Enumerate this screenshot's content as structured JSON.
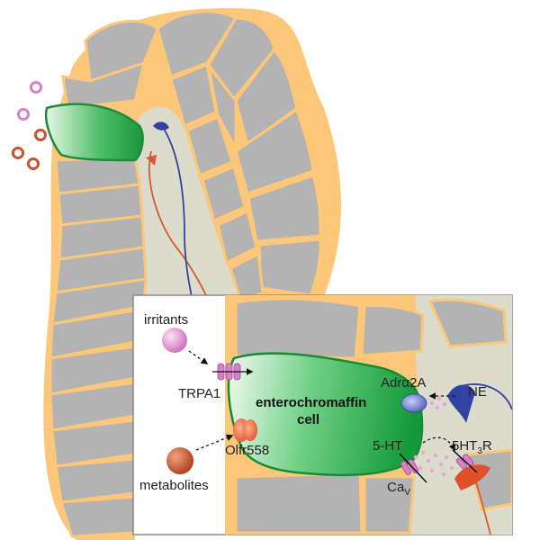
{
  "labels": {
    "irritants": "irritants",
    "trpa1": "TRPA1",
    "ec_cell_line1": "enterochromaffin",
    "ec_cell_line2": "cell",
    "olfr558": "Olfr558",
    "metabolites": "metabolites",
    "adra2a_prefix": "Adr",
    "adra2a_alpha": "α",
    "adra2a_suffix": "2A",
    "ne": "NE",
    "serotonin": "5-HT",
    "receptor_prefix": "5HT",
    "receptor_sub": "3",
    "receptor_suffix": "R",
    "cav_main": "Ca",
    "cav_sub": "V"
  },
  "colors": {
    "background": "#ffffff",
    "mucosa_orange": "#fcc779",
    "epithelial_gray": "#b3b3b3",
    "lamina_beige": "#dcdccc",
    "ec_cell_green": "#20a045",
    "irritant_pink": "#d681c9",
    "metabolite_red": "#c65430",
    "adra2a_blue": "#5c6cc7",
    "ne_nerve_blue": "#3242a0",
    "sensory_nerve_red": "#d45a30",
    "vesicle_pink": "#e5a8d8",
    "inset_border": "#888888"
  }
}
